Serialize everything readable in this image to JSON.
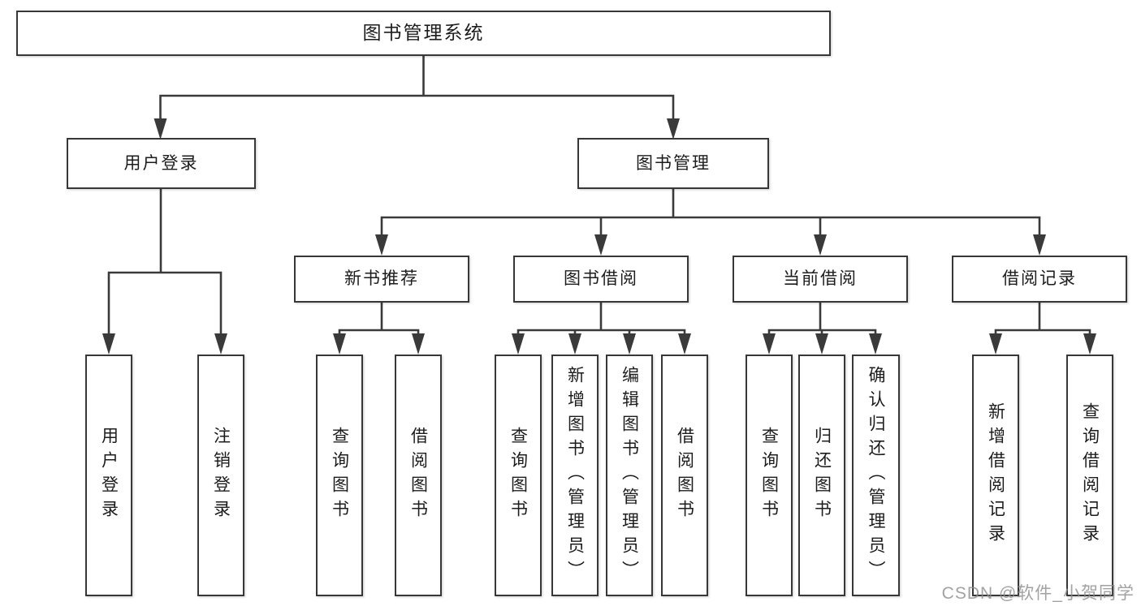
{
  "colors": {
    "line": "#3a3a3a",
    "box_border": "#373737",
    "text": "#1c1c1c",
    "watermark": "#8c8c8c",
    "background": "#ffffff"
  },
  "watermark": {
    "text": "CSDN @软件_小贺同学"
  },
  "tree": {
    "label": "图书管理系统",
    "children": [
      {
        "label": "用户登录",
        "children": [
          {
            "label": "用户登录"
          },
          {
            "label": "注销登录"
          }
        ]
      },
      {
        "label": "图书管理",
        "children": [
          {
            "label": "新书推荐",
            "children": [
              {
                "label": "查询图书"
              },
              {
                "label": "借阅图书"
              }
            ]
          },
          {
            "label": "图书借阅",
            "children": [
              {
                "label": "查询图书"
              },
              {
                "label": "新增图书（管理员）"
              },
              {
                "label": "编辑图书（管理员）"
              },
              {
                "label": "借阅图书"
              }
            ]
          },
          {
            "label": "当前借阅",
            "children": [
              {
                "label": "查询图书"
              },
              {
                "label": "归还图书"
              },
              {
                "label": "确认归还（管理员）"
              }
            ]
          },
          {
            "label": "借阅记录",
            "children": [
              {
                "label": "新增借阅记录"
              },
              {
                "label": "查询借阅记录"
              }
            ]
          }
        ]
      }
    ]
  }
}
